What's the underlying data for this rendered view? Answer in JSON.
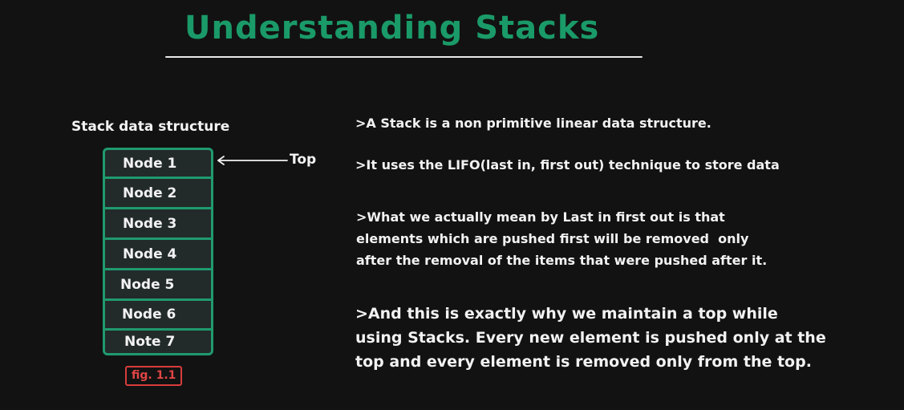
{
  "title": "Understanding Stacks",
  "colors": {
    "background": "#121212",
    "title": "#1a9a68",
    "stack_border": "#1f9a6e",
    "stack_fill": "#232a2a",
    "fig_label": "#d93c3c",
    "text": "#f2f2f2"
  },
  "diagram": {
    "caption": "Stack data structure",
    "nodes": [
      "Node 1",
      "Node 2",
      "Node 3",
      "Node 4",
      "Node 5",
      "Node 6",
      "Note 7"
    ],
    "top_label": "Top",
    "figure_label": "fig. 1.1"
  },
  "notes": [
    {
      "lines": [
        ">A Stack is a non primitive linear data structure."
      ]
    },
    {
      "lines": [
        ">It uses the LIFO(last in, first out) technique to store data"
      ]
    },
    {
      "lines": [
        ">What we actually mean by Last in first out is that",
        "elements which are pushed first will be removed  only",
        "after the removal of the items that were pushed after it."
      ]
    },
    {
      "lines": [
        ">And this is exactly why we maintain a top while",
        "using Stacks. Every new element is pushed only at the",
        "top and every element is removed only from the top."
      ]
    }
  ]
}
